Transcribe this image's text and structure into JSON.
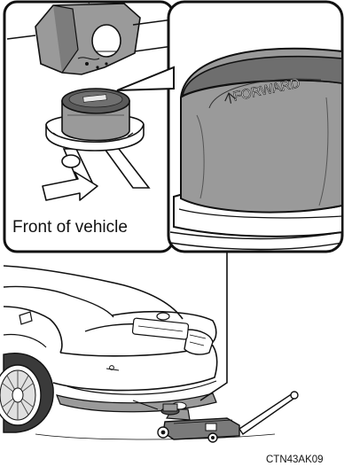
{
  "callout": {
    "front_label": "Front of vehicle",
    "cap_text": "FORWARD"
  },
  "figure": {
    "code": "CTN43AK09"
  },
  "colors": {
    "line": "#111111",
    "panel_bg": "#ffffff",
    "shade": "#9a9a9a",
    "light_shade": "#d6d6d6",
    "dark": "#4a4a4a"
  }
}
